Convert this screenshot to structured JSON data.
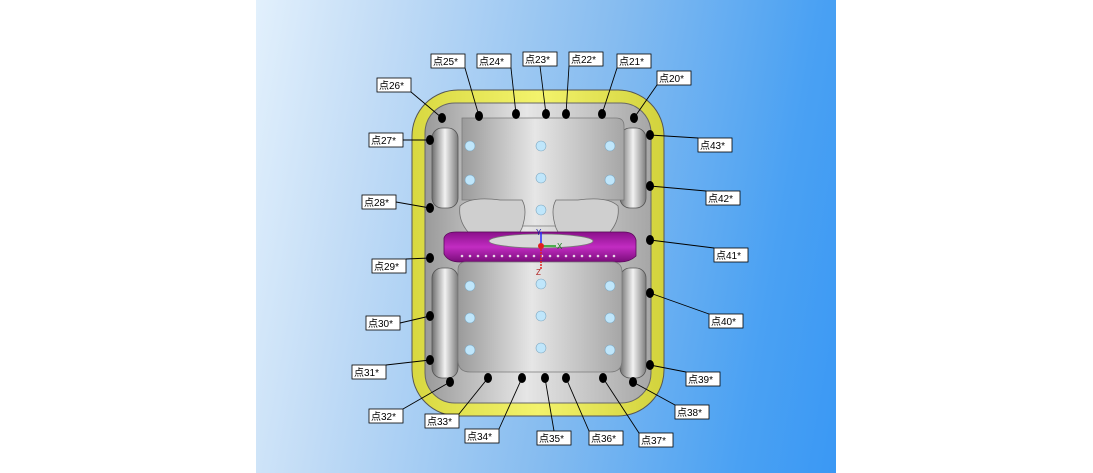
{
  "labels": [
    {
      "id": "p25",
      "text": "点25*"
    },
    {
      "id": "p24",
      "text": "点24*"
    },
    {
      "id": "p23",
      "text": "点23*"
    },
    {
      "id": "p22",
      "text": "点22*"
    },
    {
      "id": "p21",
      "text": "点21*"
    },
    {
      "id": "p20",
      "text": "点20*"
    },
    {
      "id": "p26",
      "text": "点26*"
    },
    {
      "id": "p27",
      "text": "点27*"
    },
    {
      "id": "p28",
      "text": "点28*"
    },
    {
      "id": "p29",
      "text": "点29*"
    },
    {
      "id": "p30",
      "text": "点30*"
    },
    {
      "id": "p31",
      "text": "点31*"
    },
    {
      "id": "p32",
      "text": "点32*"
    },
    {
      "id": "p33",
      "text": "点33*"
    },
    {
      "id": "p34",
      "text": "点34*"
    },
    {
      "id": "p35",
      "text": "点35*"
    },
    {
      "id": "p36",
      "text": "点36*"
    },
    {
      "id": "p37",
      "text": "点37*"
    },
    {
      "id": "p38",
      "text": "点38*"
    },
    {
      "id": "p39",
      "text": "点39*"
    },
    {
      "id": "p40",
      "text": "点40*"
    },
    {
      "id": "p41",
      "text": "点41*"
    },
    {
      "id": "p42",
      "text": "点42*"
    },
    {
      "id": "p43",
      "text": "点43*"
    }
  ],
  "axes": {
    "x": "X",
    "y": "Y",
    "z": "Z"
  },
  "colors": {
    "background_start": "#e2f0fc",
    "background_end": "#3a98f4",
    "shell": "#eaea52",
    "body": "#bfbfbf",
    "center_band": "#b418b4",
    "probe_point": "#000000"
  }
}
